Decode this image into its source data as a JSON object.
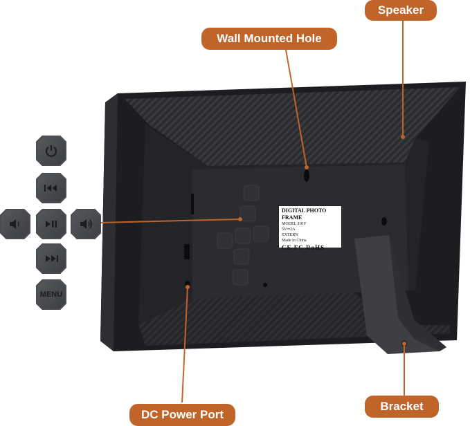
{
  "callouts": {
    "speaker": "Speaker",
    "wall_hole": "Wall Mounted Hole",
    "dc_port": "DC Power Port",
    "bracket": "Bracket"
  },
  "buttons": {
    "power": "power-icon",
    "previous": "previous-icon",
    "volume_down": "volume-down-icon",
    "play_pause": "play-pause-icon",
    "volume_up": "volume-up-icon",
    "next": "next-icon",
    "menu": "MENU"
  },
  "label": {
    "title": "DIGITAL PHOTO FRAME",
    "model": "MODEL:101F",
    "power": "5V⎓2A",
    "extern": "EXTERN",
    "origin": "Made in China",
    "certs": "CE FC RoHS"
  },
  "colors": {
    "callout": "#c0642a",
    "frame": "#1f2023",
    "button": "#4a4c50"
  }
}
